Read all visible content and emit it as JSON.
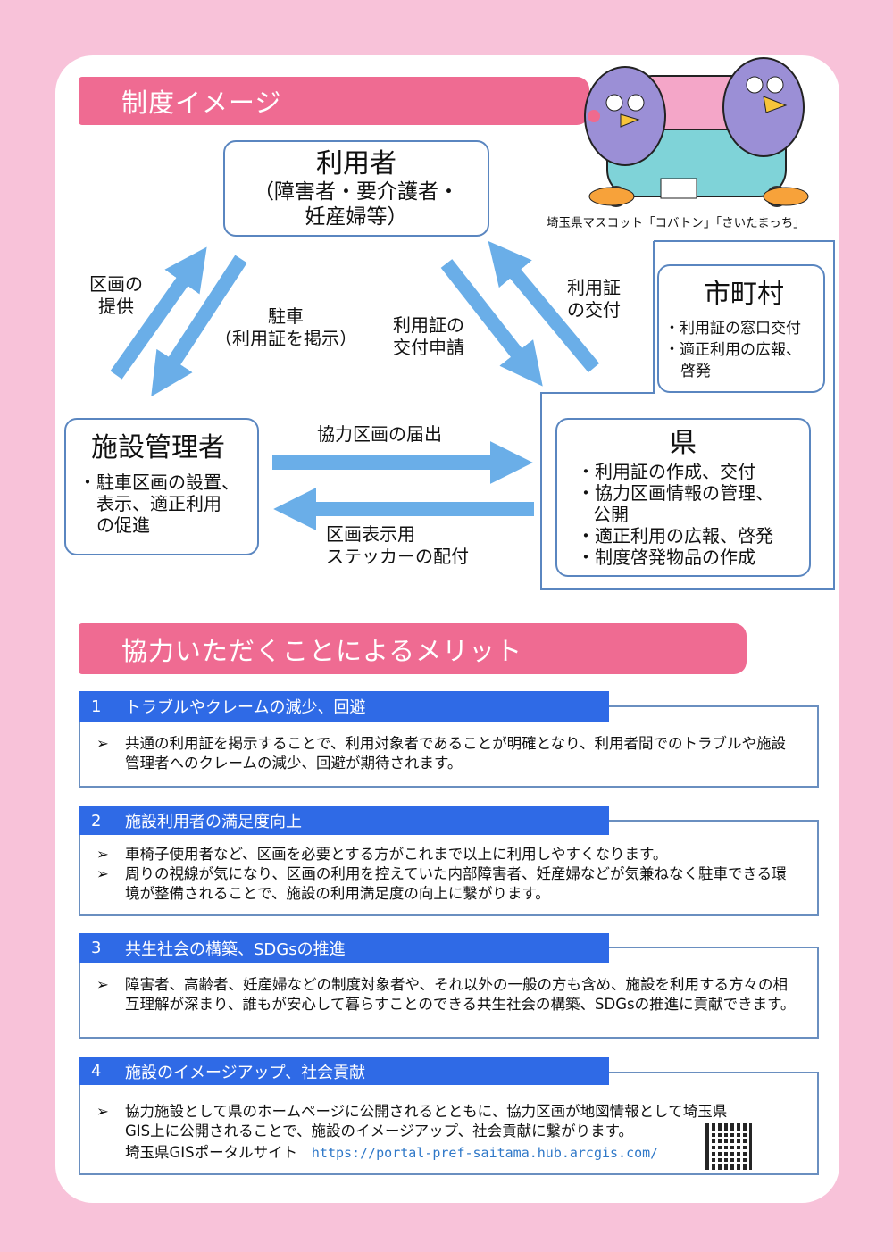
{
  "section1": {
    "title": "制度イメージ"
  },
  "mascot_caption": "埼玉県マスコット「コバトン」「さいたまっち」",
  "user": {
    "title": "利用者",
    "sub1": "（障害者・要介護者・",
    "sub2": "妊産婦等）"
  },
  "facility": {
    "title": "施設管理者",
    "bullets": [
      "・駐車区画の設置、",
      "表示、適正利用",
      "の促進"
    ]
  },
  "municipality": {
    "title": "市町村",
    "bullets": [
      "・利用証の窓口交付",
      "・適正利用の広報、",
      "啓発"
    ]
  },
  "prefecture": {
    "title": "県",
    "bullets": [
      "・利用証の作成、交付",
      "・協力区画情報の管理、",
      "公開",
      "・適正利用の広報、啓発",
      "・制度啓発物品の作成"
    ]
  },
  "arrows": {
    "provide": [
      "区画の",
      "提供"
    ],
    "park": [
      "駐車",
      "（利用証を掲示）"
    ],
    "apply": [
      "利用証の",
      "交付申請"
    ],
    "issue": [
      "利用証",
      "の交付"
    ],
    "notify": "協力区画の届出",
    "sticker": [
      "区画表示用",
      "ステッカーの配付"
    ]
  },
  "section2": {
    "title": "協力いただくことによるメリット"
  },
  "merits": [
    {
      "num": "1",
      "title": "トラブルやクレームの減少、回避",
      "bullets": [
        "共通の利用証を掲示することで、利用対象者であることが明確となり、利用者間でのトラブルや施設管理者へのクレームの減少、回避が期待されます。"
      ]
    },
    {
      "num": "2",
      "title": "施設利用者の満足度向上",
      "bullets": [
        "車椅子使用者など、区画を必要とする方がこれまで以上に利用しやすくなります。",
        "周りの視線が気になり、区画の利用を控えていた内部障害者、妊産婦などが気兼ねなく駐車できる環境が整備されることで、施設の利用満足度の向上に繋がります。"
      ]
    },
    {
      "num": "3",
      "title": "共生社会の構築、SDGsの推進",
      "bullets": [
        "障害者、高齢者、妊産婦などの制度対象者や、それ以外の一般の方も含め、施設を利用する方々の相互理解が深まり、誰もが安心して暮らすことのできる共生社会の構築、SDGsの推進に貢献できます。"
      ]
    },
    {
      "num": "4",
      "title": "施設のイメージアップ、社会貢献",
      "bullets": [
        "協力施設として県のホームページに公開されるとともに、協力区画が地図情報として埼玉県GIS上に公開されることで、施設のイメージアップ、社会貢献に繋がります。"
      ],
      "link_label": "埼玉県GISポータルサイト",
      "link_url": "https://portal-pref-saitama.hub.arcgis.com/"
    }
  ],
  "bullet_marker": "➢",
  "colors": {
    "pink": "#ef6b92",
    "blue": "#2f6ae6",
    "arrow": "#6aaee8",
    "border": "#5a86c0"
  }
}
